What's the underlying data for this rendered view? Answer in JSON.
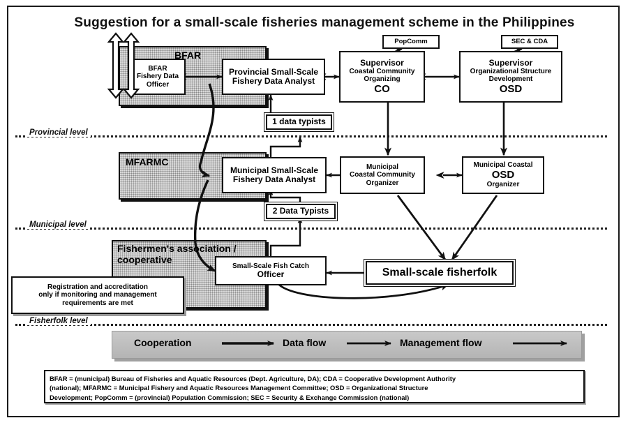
{
  "title": "Suggestion for a small-scale fisheries management scheme in the Philippines",
  "panels": {
    "bfar": "BFAR",
    "mfarmc": "MFARMC",
    "fishermen_line1": "Fishermen's association /",
    "fishermen_line2": "cooperative"
  },
  "levels": [
    {
      "label": "Provincial level"
    },
    {
      "label": "Municipal level"
    },
    {
      "label": "Fisherfolk level"
    }
  ],
  "boxes": {
    "popcomm": "PopComm",
    "sec_cda": "SEC & CDA",
    "bfar_officer": {
      "l1": "BFAR",
      "l2": "Fishery Data",
      "l3": "Officer"
    },
    "provincial_analyst": {
      "l1": "Provincial Small-Scale",
      "l2": "Fishery Data Analyst"
    },
    "supervisor_co": {
      "l1": "Supervisor",
      "l2": "Coastal Community",
      "l3": "Organizing",
      "l4": "CO"
    },
    "supervisor_osd": {
      "l1": "Supervisor",
      "l2": "Organizational Structure",
      "l3": "Development",
      "l4": "OSD"
    },
    "typists_1": "1 data typists",
    "typists_2": "2 Data Typists",
    "municipal_analyst": {
      "l1": "Municipal Small-Scale",
      "l2": "Fishery Data Analyst"
    },
    "municipal_co": {
      "l1": "Municipal",
      "l2": "Coastal Community",
      "l3": "Organizer"
    },
    "municipal_osd": {
      "l1": "Municipal Coastal",
      "l2": "OSD",
      "l3": "Organizer"
    },
    "fish_catch_officer": {
      "l1": "Small-Scale Fish Catch",
      "l2": "Officer"
    },
    "fisherfolk": "Small-scale fisherfolk",
    "registration": {
      "l1": "Registration and accreditation",
      "l2": "only if monitoring and management",
      "l3": "requirements are met"
    }
  },
  "legend": {
    "cooperation": "Cooperation",
    "data_flow": "Data flow",
    "management_flow": "Management flow"
  },
  "footnote": {
    "line1": "BFAR = (municipal) Bureau of Fisheries and Aquatic Resources (Dept. Agriculture, DA); CDA = Cooperative Development Authority",
    "line2": "(national);  MFARMC = Municipal Fishery and Aquatic Resources Management Committee; OSD = Organizational Structure",
    "line3": "Development; PopComm = (provincial) Population Commission; SEC = Security & Exchange Commission (national)"
  },
  "colors": {
    "ink": "#111111",
    "panel_fill": "#d9d9d9",
    "legend_bar": "#c4c4c4",
    "page": "#ffffff"
  }
}
